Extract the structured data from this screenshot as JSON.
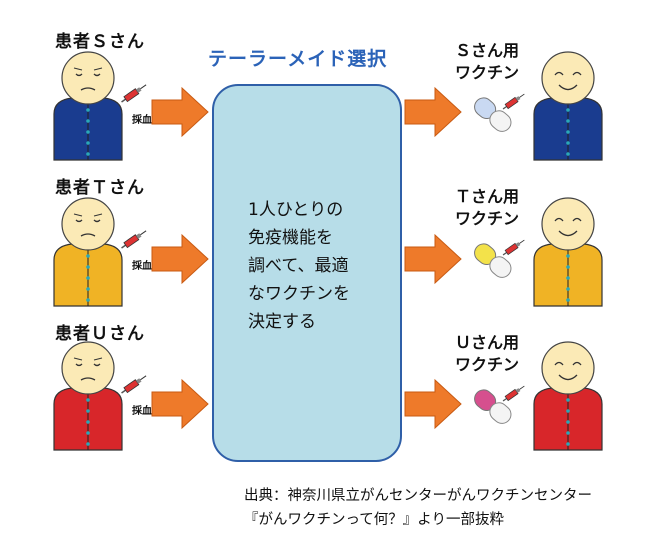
{
  "title": "テーラーメイド選択",
  "patients": [
    {
      "label": "患者Ｓさん",
      "body_color": "#1a3c8f"
    },
    {
      "label": "患者Ｔさん",
      "body_color": "#f0b325"
    },
    {
      "label": "患者Ｕさん",
      "body_color": "#d8262a"
    }
  ],
  "blood_draw_label": "採血",
  "center_text": [
    "1人ひとりの",
    "免疫機能を",
    "調べて、最適",
    "なワクチンを",
    "決定する"
  ],
  "vaccines": [
    {
      "line1": "Ｓさん用",
      "line2": "ワクチン",
      "capsule_color": "#c9d9f2",
      "body_color": "#1a3c8f"
    },
    {
      "line1": "Ｔさん用",
      "line2": "ワクチン",
      "capsule_color": "#f3e24a",
      "body_color": "#f0b325"
    },
    {
      "line1": "Ｕさん用",
      "line2": "ワクチン",
      "capsule_color": "#d64f8e",
      "body_color": "#d8262a"
    }
  ],
  "source": {
    "line1": "出典：神奈川県立がんセンターがんワクチンセンター",
    "line2": "『がんワクチンって何？』より一部抜粋"
  },
  "colors": {
    "arrow": "#ee7a2a",
    "arrow_dark": "#c85a12",
    "face": "#fbeab6",
    "box_fill": "#b7dde8",
    "box_border": "#2f5fa8"
  }
}
